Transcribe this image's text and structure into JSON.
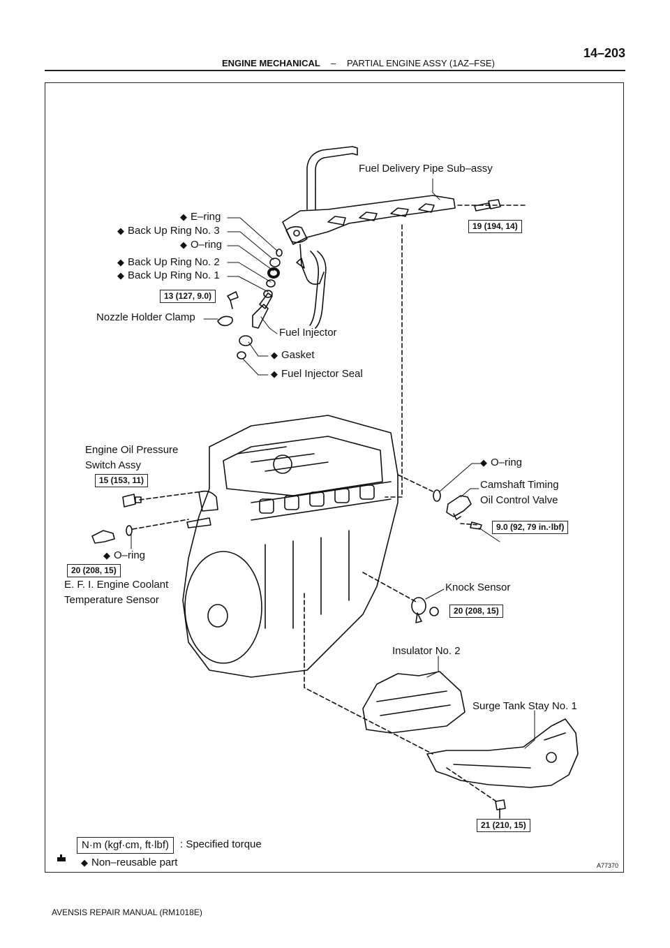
{
  "header": {
    "page_number": "14–203",
    "section": "ENGINE MECHANICAL",
    "separator": "–",
    "subsection": "PARTIAL ENGINE ASSY (1AZ–FSE)"
  },
  "diagram": {
    "figure_id": "A77370",
    "labels": {
      "fuel_delivery_pipe": "Fuel Delivery Pipe Sub–assy",
      "e_ring": "E–ring",
      "back_up_ring_3": "Back Up Ring No. 3",
      "o_ring_top": "O–ring",
      "back_up_ring_2": "Back Up Ring No. 2",
      "back_up_ring_1": "Back Up Ring No. 1",
      "nozzle_holder_clamp": "Nozzle Holder Clamp",
      "fuel_injector": "Fuel Injector",
      "gasket": "Gasket",
      "fuel_injector_seal": "Fuel Injector Seal",
      "engine_oil_pressure_1": "Engine Oil Pressure",
      "engine_oil_pressure_2": "Switch Assy",
      "o_ring_right": "O–ring",
      "camshaft_timing_1": "Camshaft Timing",
      "camshaft_timing_2": "Oil Control Valve",
      "o_ring_left": "O–ring",
      "coolant_sensor_1": "E. F. I. Engine Coolant",
      "coolant_sensor_2": "Temperature Sensor",
      "knock_sensor": "Knock Sensor",
      "insulator_2": "Insulator No. 2",
      "surge_tank_stay": "Surge Tank Stay No. 1"
    },
    "torques": {
      "delivery_pipe_bolt": "19 (194, 14)",
      "clamp_bolt": "13 (127, 9.0)",
      "oil_pressure_switch": "15 (153, 11)",
      "ocv_bolt": "9.0 (92, 79 in.·lbf)",
      "coolant_sensor": "20 (208, 15)",
      "knock_sensor_nut": "20 (208, 15)",
      "stay_bolt": "21 (210, 15)"
    }
  },
  "legend": {
    "torque_unit": "N·m (kgf·cm, ft·lbf)",
    "torque_text": ": Specified torque",
    "nonreusable_text": "Non–reusable part",
    "diamond": "◆",
    "icon": "tool-icon"
  },
  "footer": {
    "manual": "AVENSIS REPAIR MANUAL   (RM1018E)"
  }
}
